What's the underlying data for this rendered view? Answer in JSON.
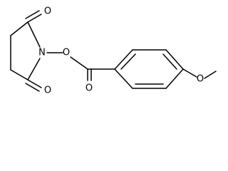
{
  "molecule": {
    "atoms": {
      "o_top": "O",
      "n": "N",
      "o_bottom": "O",
      "o_link": "O",
      "o_carbonyl": "O",
      "o_methoxy": "O"
    }
  }
}
